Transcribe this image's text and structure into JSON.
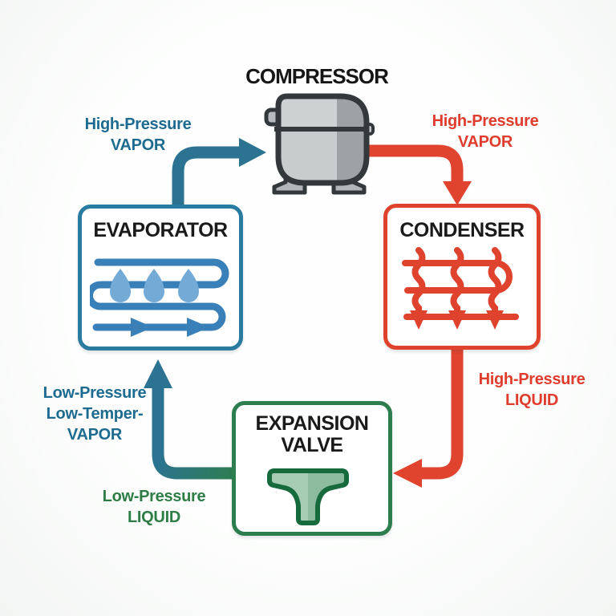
{
  "title": {
    "compressor": "COMPRESSOR"
  },
  "boxes": {
    "evaporator": {
      "label": "EVAPORATOR"
    },
    "condenser": {
      "label": "CONDENSER"
    },
    "expansion_valve": {
      "line1": "EXPANSION",
      "line2": "VALVE"
    }
  },
  "flow_labels": {
    "evaporator_to_compressor": {
      "line1": "High-Pressure",
      "line2": "VAPOR"
    },
    "compressor_to_condenser": {
      "line1": "High-Pressure",
      "line2": "VAPOR"
    },
    "condenser_to_expansion": {
      "line1": "High-Pressure",
      "line2": "LIQUID"
    },
    "expansion_to_evaporator": {
      "line1": "Low-Pressure",
      "line2": "Low-Temper-",
      "line3": "VAPOR"
    },
    "expansion_inlet": {
      "line1": "Low-Pressure",
      "line2": "LIQUID"
    }
  },
  "colors": {
    "teal_pipe": "#2b7391",
    "teal_text": "#1d6b90",
    "red_pipe": "#e0442f",
    "red_text": "#e03c2d",
    "green_pipe": "#2e7d4f",
    "green_text": "#2e7d46",
    "evaporator_border": "#2a7ba0",
    "condenser_border": "#e0432d",
    "expansion_border": "#2e7d4f",
    "coil_blue": "#3a80b8",
    "droplet_blue": "#74abd6",
    "valve_fill_light": "#a6cdb3",
    "valve_fill_dark": "#8cbc9d",
    "valve_outline": "#176a3c",
    "compressor_gray": "#c9cccd",
    "compressor_shade": "#9ea2a5",
    "outline_dark": "#33383b",
    "title_black": "#1a1a1a",
    "background": "#fcfdfd"
  }
}
